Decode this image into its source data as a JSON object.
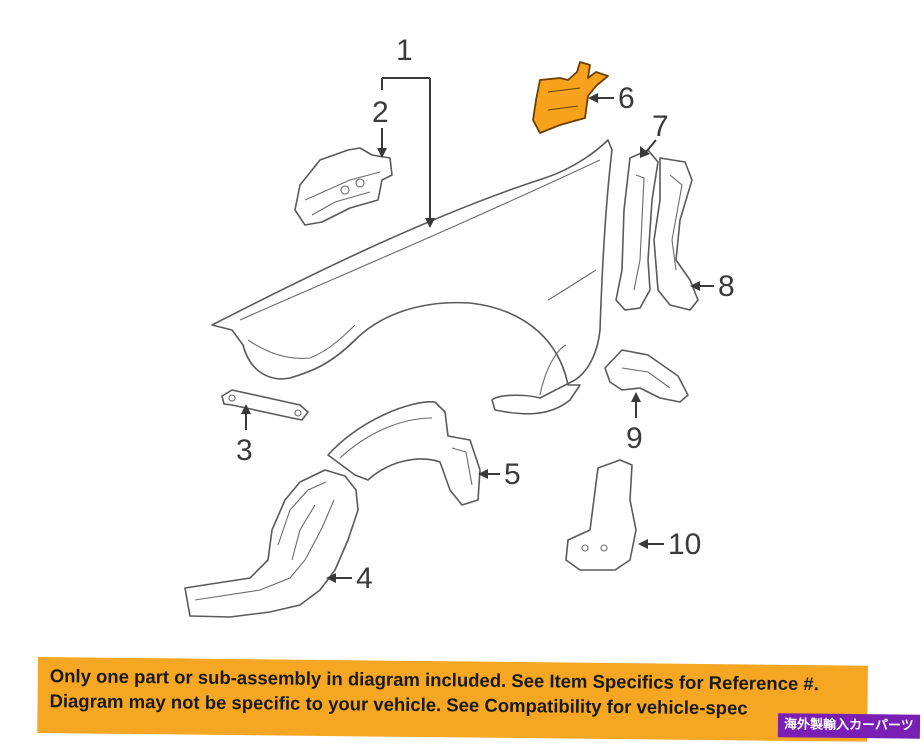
{
  "diagram": {
    "callouts": [
      {
        "id": "1",
        "label": "1"
      },
      {
        "id": "2",
        "label": "2"
      },
      {
        "id": "3",
        "label": "3"
      },
      {
        "id": "4",
        "label": "4"
      },
      {
        "id": "5",
        "label": "5"
      },
      {
        "id": "6",
        "label": "6"
      },
      {
        "id": "7",
        "label": "7"
      },
      {
        "id": "8",
        "label": "8"
      },
      {
        "id": "9",
        "label": "9"
      },
      {
        "id": "10",
        "label": "10"
      }
    ],
    "highlight_color": "#f7a21c",
    "line_color": "#5a5a5a"
  },
  "disclaimer": {
    "line1": "Only one part or sub-assembly in diagram included. See Item Specifics for Reference #.",
    "line2": "Diagram may not be specific to your vehicle. See Compatibility for vehicle-spec",
    "background": "#f5a623"
  },
  "watermark": {
    "text": "海外製輸入カーパーツ",
    "background": "#7a1fb3"
  }
}
